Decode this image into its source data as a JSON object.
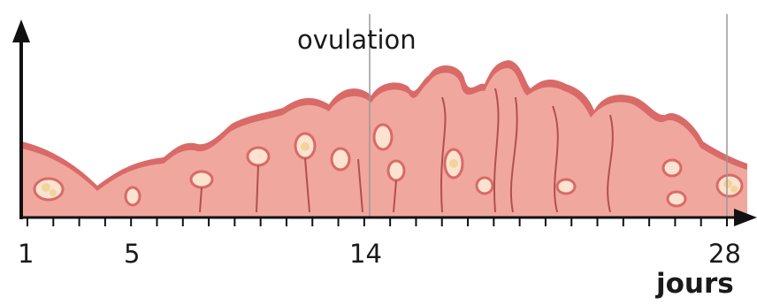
{
  "annotation": {
    "ovulation": "ovulation"
  },
  "x_axis": {
    "ticks": [
      "1",
      "5",
      "14",
      "28"
    ],
    "unit": "jours"
  },
  "colors": {
    "tissue": "#f0a79e",
    "tissue_edge": "#d96a68",
    "gland_fill": "#fbe3cf",
    "blood": "#f3d39a",
    "axis": "#111111",
    "guide": "#999999"
  }
}
